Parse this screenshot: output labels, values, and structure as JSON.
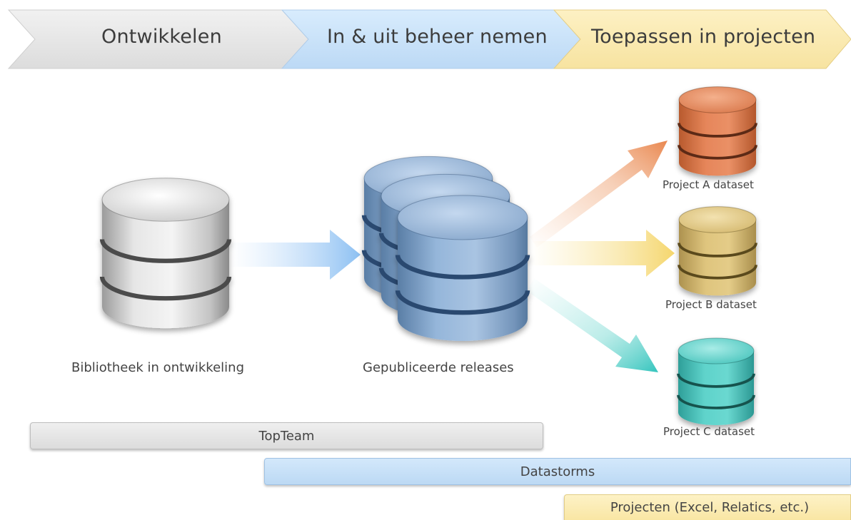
{
  "phases": [
    {
      "label": "Ontwikkelen",
      "color": "#e6e6e6"
    },
    {
      "label": "In & uit beheer nemen",
      "color": "#c9e2fb"
    },
    {
      "label": "Toepassen in projecten",
      "color": "#fbeab0"
    }
  ],
  "databases": {
    "library_label": "Bibliotheek in ontwikkeling",
    "releases_label": "Gepubliceerde releases",
    "projects": [
      {
        "label": "Project A dataset",
        "color": "#e2875a"
      },
      {
        "label": "Project B dataset",
        "color": "#e3c97e"
      },
      {
        "label": "Project C dataset",
        "color": "#56cfc7"
      }
    ]
  },
  "tools": [
    {
      "label": "TopTeam",
      "color": "#e4e4e4"
    },
    {
      "label": "Datastorms",
      "color": "#c6e1f8"
    },
    {
      "label": "Projecten (Excel, Relatics, etc.)",
      "color": "#fcedb6"
    }
  ]
}
